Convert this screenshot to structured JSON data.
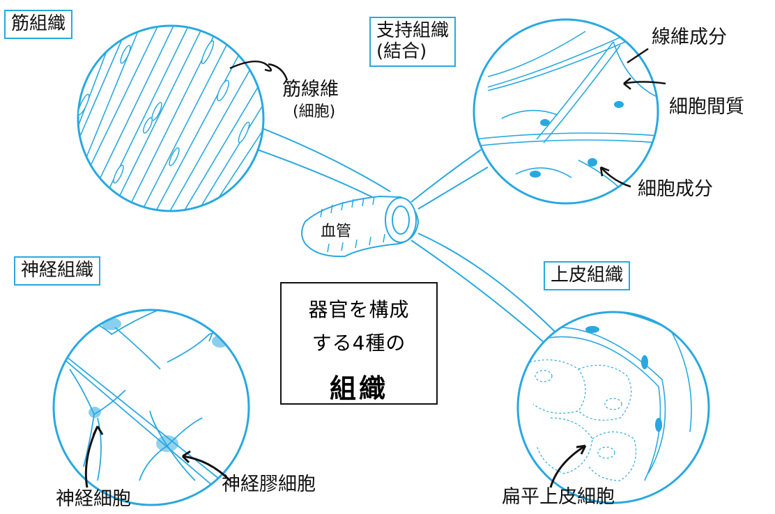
{
  "center_title": {
    "line1": "器官を構成",
    "line2": "する4種の",
    "line3": "組織"
  },
  "vessel_label": "血管",
  "panels": {
    "muscle": {
      "title": "筋組織",
      "fiber_label": "筋線維",
      "fiber_sub": "(細胞)"
    },
    "support": {
      "title_line1": "支持組織",
      "title_line2": "(結合)",
      "fiber_component": "線維成分",
      "matrix": "細胞間質",
      "cell_component": "細胞成分"
    },
    "nerve": {
      "title": "神経組織",
      "neuron": "神経細胞",
      "glia": "神経膠細胞"
    },
    "epithelial": {
      "title": "上皮組織",
      "squamous": "扁平上皮細胞"
    }
  },
  "colors": {
    "line": "#28a8e0",
    "ink": "#111111",
    "background": "#ffffff"
  }
}
